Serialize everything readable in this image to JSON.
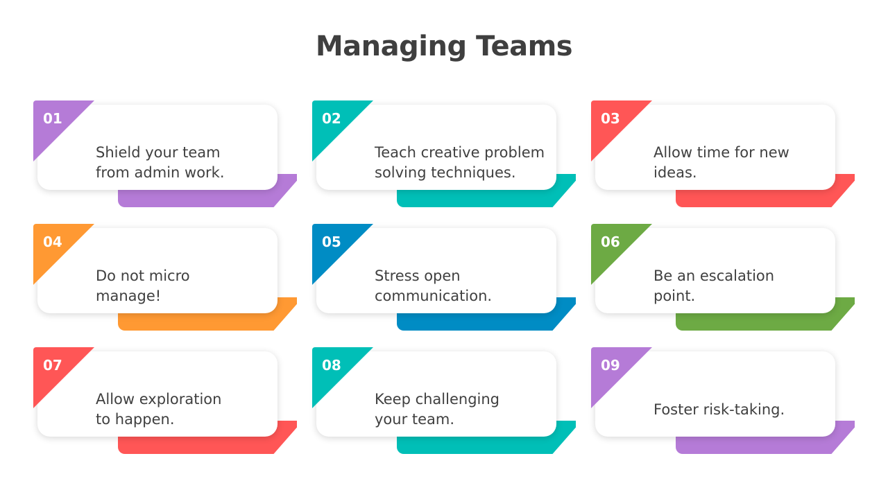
{
  "title": "Managing Teams",
  "items": [
    {
      "num": "01",
      "line1": "Shield your team",
      "line2": "from admin work.",
      "color": "#B57BD7"
    },
    {
      "num": "02",
      "line1": "Teach creative problem",
      "line2": "solving techniques.",
      "color": "#00BFB7"
    },
    {
      "num": "03",
      "line1": "Allow time for new",
      "line2": "ideas.",
      "color": "#FF5656"
    },
    {
      "num": "04",
      "line1": "Do not micro",
      "line2": "manage!",
      "color": "#FF9933"
    },
    {
      "num": "05",
      "line1": "Stress open",
      "line2": "communication.",
      "color": "#008CC4"
    },
    {
      "num": "06",
      "line1": "Be an escalation",
      "line2": "point.",
      "color": "#6DAA44"
    },
    {
      "num": "07",
      "line1": "Allow exploration",
      "line2": "to happen.",
      "color": "#FF5656"
    },
    {
      "num": "08",
      "line1": "Keep challenging",
      "line2": "your team.",
      "color": "#00BFB7"
    },
    {
      "num": "09",
      "line1": "Foster risk-taking.",
      "line2": "",
      "color": "#B57BD7"
    }
  ]
}
